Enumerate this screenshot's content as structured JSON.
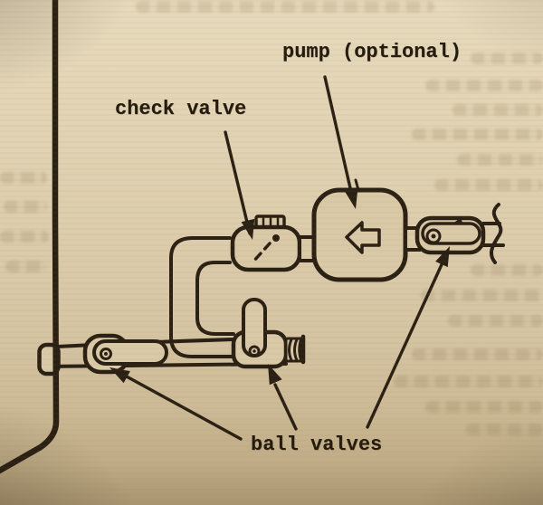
{
  "figure": {
    "labels": {
      "pump": "pump (optional)",
      "check_valve": "check valve",
      "ball_valves": "ball valves"
    },
    "colors": {
      "paper": "#dccdad",
      "ink": "#2a2013",
      "label_text": "#241b0e"
    }
  }
}
